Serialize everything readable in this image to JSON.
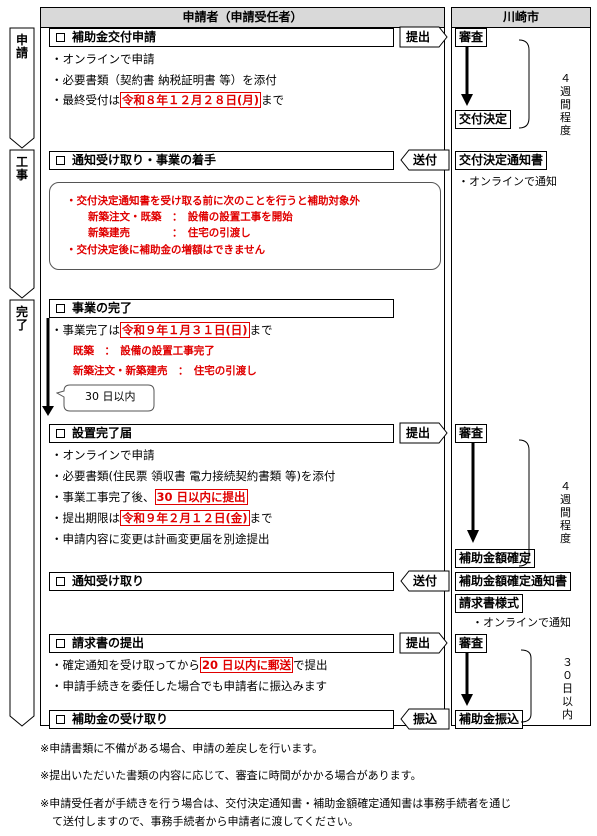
{
  "header": {
    "applicant": "申請者（申請受任者）",
    "city": "川崎市"
  },
  "phases": {
    "apply": "申請",
    "construction": "工事",
    "complete": "完了"
  },
  "steps": {
    "s1_title": "補助金交付申請",
    "s1_l1": "・オンラインで申請",
    "s1_l2": "・必要書類（契約書 納税証明書 等）を添付",
    "s1_l3_pre": "・最終受付は",
    "s1_l3_date": "令和８年１２月２８日(月)",
    "s1_l3_post": "まで",
    "s2_title": "通知受け取り・事業の着手",
    "s3_title": "事業の完了",
    "s3_l1_pre": "・事業完了は",
    "s3_l1_date": "令和９年１月３１日(日)",
    "s3_l1_post": "まで",
    "s3_l2": "既築　：　設備の設置工事完了",
    "s3_l3": "新築注文・新築建売　：　住宅の引渡し",
    "s3_days": "30 日以内",
    "s4_title": "設置完了届",
    "s4_l1": "・オンラインで申請",
    "s4_l2": "・必要書類(住民票 領収書 電力接続契約書類 等)を添付",
    "s4_l3_pre": "・事業工事完了後、",
    "s4_l3_hl": "30 日以内に提出",
    "s4_l4_pre": "・提出期限は",
    "s4_l4_date": "令和９年２月１２日(金)",
    "s4_l4_post": "まで",
    "s4_l5": "・申請内容に変更は計画変更届を別途提出",
    "s5_title": "通知受け取り",
    "s6_title": "請求書の提出",
    "s6_l1_pre": "・確定通知を受け取ってから",
    "s6_l1_hl": "20 日以内に郵送",
    "s6_l1_post": "で提出",
    "s6_l2": "・申請手続きを委任した場合でも申請者に振込みます",
    "s7_title": "補助金の受け取り"
  },
  "notice": {
    "l1": "・交付決定通知書を受け取る前に次のことを行うと補助対象外",
    "l2": "新築注文・既築　：　設備の設置工事を開始",
    "l3": "新築建売　　　　：　住宅の引渡し",
    "l4": "・交付決定後に補助金の増額はできません"
  },
  "stamps": {
    "submit1": "提出",
    "send1": "送付",
    "submit2": "提出",
    "send2": "送付",
    "submit3": "提出",
    "transfer": "振込"
  },
  "city": {
    "review1": "審査",
    "decision": "交付決定",
    "decision_notice": "交付決定通知書",
    "online1": "・オンラインで通知",
    "review2": "審査",
    "confirm": "補助金額確定",
    "confirm_notice": "補助金額確定通知書",
    "invoice_form": "請求書様式",
    "online2": "・オンラインで通知",
    "review3": "審査",
    "payout": "補助金振込",
    "dur1": "４週間程度",
    "dur2": "４週間程度",
    "dur3": "３０日以内"
  },
  "footnotes": {
    "f1": "※申請書類に不備がある場合、申請の差戻しを行います。",
    "f2": "※提出いただいた書類の内容に応じて、審査に時間がかかる場合があります。",
    "f3": "※申請受任者が手続きを行う場合は、交付決定通知書・補助金額確定通知書は事務手続者を通じ",
    "f4": "て送付しますので、事務手続者から申請者に渡してください。"
  }
}
